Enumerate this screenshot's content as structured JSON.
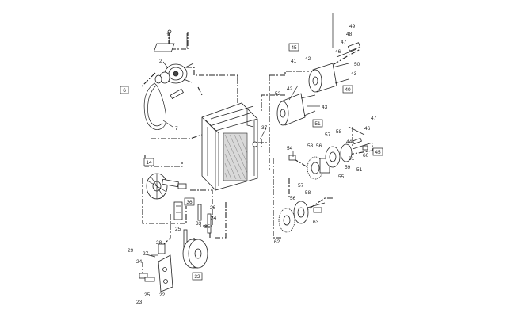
{
  "diagram": {
    "callouts": [
      {
        "id": "c1",
        "text": "1"
      },
      {
        "id": "c2",
        "text": "2"
      },
      {
        "id": "c7",
        "text": "7"
      },
      {
        "id": "c22",
        "text": "22"
      },
      {
        "id": "c23",
        "text": "23"
      },
      {
        "id": "c24",
        "text": "24"
      },
      {
        "id": "c25a",
        "text": "25"
      },
      {
        "id": "c25b",
        "text": "25"
      },
      {
        "id": "c26",
        "text": "26"
      },
      {
        "id": "c27",
        "text": "27"
      },
      {
        "id": "c28",
        "text": "28"
      },
      {
        "id": "c29",
        "text": "29"
      },
      {
        "id": "c33",
        "text": "33"
      },
      {
        "id": "c34",
        "text": "34"
      },
      {
        "id": "c35",
        "text": "35"
      },
      {
        "id": "c37",
        "text": "37"
      },
      {
        "id": "c41",
        "text": "41"
      },
      {
        "id": "c42a",
        "text": "42"
      },
      {
        "id": "c42b",
        "text": "42"
      },
      {
        "id": "c43a",
        "text": "43"
      },
      {
        "id": "c43b",
        "text": "43"
      },
      {
        "id": "c44",
        "text": "44"
      },
      {
        "id": "c46a",
        "text": "46"
      },
      {
        "id": "c46b",
        "text": "46"
      },
      {
        "id": "c47a",
        "text": "47"
      },
      {
        "id": "c47b",
        "text": "47"
      },
      {
        "id": "c48",
        "text": "48"
      },
      {
        "id": "c49",
        "text": "49"
      },
      {
        "id": "c50",
        "text": "50"
      },
      {
        "id": "c51",
        "text": "51"
      },
      {
        "id": "c52",
        "text": "52"
      },
      {
        "id": "c53",
        "text": "53"
      },
      {
        "id": "c54",
        "text": "54"
      },
      {
        "id": "c55",
        "text": "55"
      },
      {
        "id": "c56a",
        "text": "56"
      },
      {
        "id": "c56b",
        "text": "56"
      },
      {
        "id": "c57a",
        "text": "57"
      },
      {
        "id": "c57b",
        "text": "57"
      },
      {
        "id": "c58a",
        "text": "58"
      },
      {
        "id": "c58b",
        "text": "58"
      },
      {
        "id": "c59",
        "text": "59"
      },
      {
        "id": "c60",
        "text": "60"
      },
      {
        "id": "c61",
        "text": "61"
      },
      {
        "id": "c62",
        "text": "62"
      },
      {
        "id": "c63",
        "text": "63"
      }
    ],
    "boxed_refs": [
      {
        "id": "b6",
        "text": "6"
      },
      {
        "id": "b14",
        "text": "14"
      },
      {
        "id": "b36",
        "text": "36"
      },
      {
        "id": "b32",
        "text": "32"
      },
      {
        "id": "b45a",
        "text": "45"
      },
      {
        "id": "b40",
        "text": "40"
      },
      {
        "id": "b51",
        "text": "51"
      },
      {
        "id": "b45b",
        "text": "45"
      }
    ]
  }
}
